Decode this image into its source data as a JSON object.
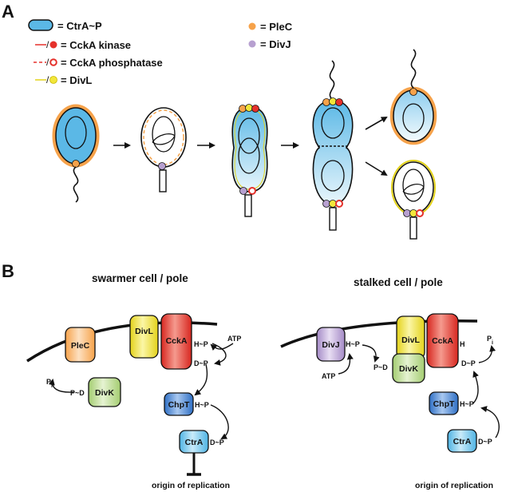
{
  "panels": {
    "a": "A",
    "b": "B"
  },
  "legend": {
    "ctra": "= CtrA~P",
    "ccka_kinase": "= CckA kinase",
    "ccka_phosphatase": "= CckA phosphatase",
    "divl": "= DivL",
    "plec": "= PleC",
    "divj": "= DivJ"
  },
  "swarmer": {
    "title": "swarmer cell / pole",
    "plec": "PleC",
    "divl": "DivL",
    "ccka": "CckA",
    "divk": "DivK",
    "chpt": "ChpT",
    "ctra": "CtrA",
    "atp": "ATP",
    "pi": "P",
    "pi_sub": "i",
    "hp": "H~P",
    "dp": "D~P",
    "pd": "P~D",
    "chpt_hp": "H~P",
    "ctra_dp": "D~P",
    "origin": "origin of replication"
  },
  "stalked": {
    "title": "stalked cell / pole",
    "divj": "DivJ",
    "divl": "DivL",
    "ccka": "CckA",
    "divk": "DivK",
    "chpt": "ChpT",
    "ctra": "CtrA",
    "atp": "ATP",
    "pi": "P",
    "pi_sub": "i",
    "divj_hp": "H~P",
    "pd": "P~D",
    "ccka_h": "H",
    "ccka_dp": "D~P",
    "chpt_hp": "H~P",
    "ctra_dp": "D~P",
    "origin": "origin of replication"
  },
  "colors": {
    "ctra_blue": "#5bb8e6",
    "ccka_red": "#e5312b",
    "divl_yellow": "#f2e63a",
    "plec_orange": "#f6a24a",
    "divj_purple": "#b7a0d0",
    "divk_green": "#b5d68a",
    "chpt_blue": "#3f7fd0"
  }
}
